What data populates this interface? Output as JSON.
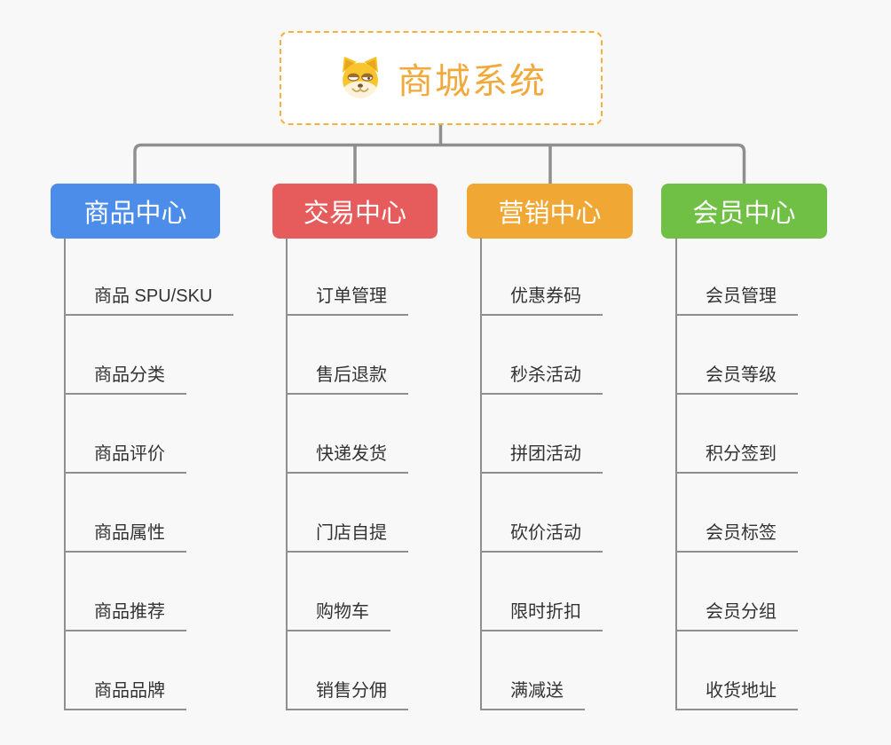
{
  "root": {
    "title": "商城系统",
    "icon": "dog-face-icon"
  },
  "branches": [
    {
      "label": "商品中心",
      "color": "#4b8de9",
      "items": [
        "商品 SPU/SKU",
        "商品分类",
        "商品评价",
        "商品属性",
        "商品推荐",
        "商品品牌"
      ]
    },
    {
      "label": "交易中心",
      "color": "#e65b5b",
      "items": [
        "订单管理",
        "售后退款",
        "快递发货",
        "门店自提",
        "购物车",
        "销售分佣"
      ]
    },
    {
      "label": "营销中心",
      "color": "#f0a733",
      "items": [
        "优惠券码",
        "秒杀活动",
        "拼团活动",
        "砍价活动",
        "限时折扣",
        "满减送"
      ]
    },
    {
      "label": "会员中心",
      "color": "#6fc044",
      "items": [
        "会员管理",
        "会员等级",
        "积分签到",
        "会员标签",
        "会员分组",
        "收货地址"
      ]
    }
  ],
  "colors": {
    "background": "#f8f8f8",
    "connector": "#8f8f8f",
    "root_border": "#f5b13d",
    "root_accent": "#f2a93c",
    "item_text": "#333333",
    "item_underline": "#8f8f8f"
  }
}
